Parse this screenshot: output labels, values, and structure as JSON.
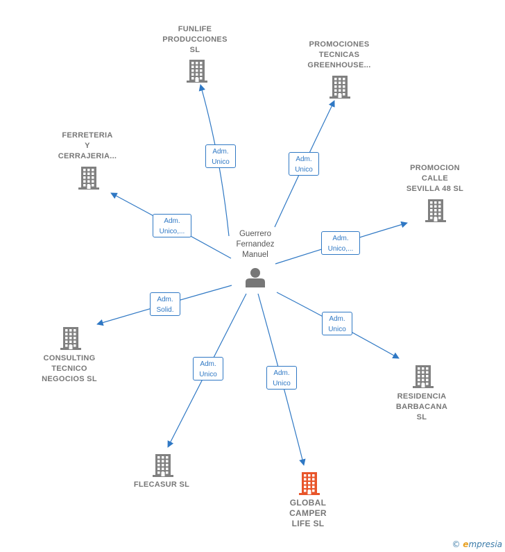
{
  "center": {
    "name": "Guerrero\nFernandez\nManuel"
  },
  "companies": [
    {
      "id": "funlife",
      "name": "FUNLIFE\nPRODUCCIONES\nSL",
      "role": "Adm.\nUnico"
    },
    {
      "id": "promociones-tecnicas",
      "name": "PROMOCIONES\nTECNICAS\nGREENHOUSE...",
      "role": "Adm.\nUnico"
    },
    {
      "id": "ferreteria",
      "name": "FERRETERIA\nY\nCERRAJERIA...",
      "role": "Adm.\nUnico,..."
    },
    {
      "id": "promocion-calle",
      "name": "PROMOCION\nCALLE\nSEVILLA 48  SL",
      "role": "Adm.\nUnico,..."
    },
    {
      "id": "consulting",
      "name": "CONSULTING\nTECNICO\nNEGOCIOS SL",
      "role": "Adm.\nSolid."
    },
    {
      "id": "residencia",
      "name": "RESIDENCIA\nBARBACANA\nSL",
      "role": "Adm.\nUnico"
    },
    {
      "id": "flecasur",
      "name": "FLECASUR  SL",
      "role": "Adm.\nUnico"
    },
    {
      "id": "global-camper",
      "name": "GLOBAL\nCAMPER\nLIFE  SL",
      "role": "Adm.\nUnico",
      "highlight": true
    }
  ],
  "colors": {
    "edge": "#2f78c4",
    "building": "#808080",
    "building_highlight": "#e8552a",
    "person": "#777777"
  },
  "watermark": {
    "symbol": "©",
    "brand_initial": "e",
    "brand_rest": "mpresia"
  }
}
